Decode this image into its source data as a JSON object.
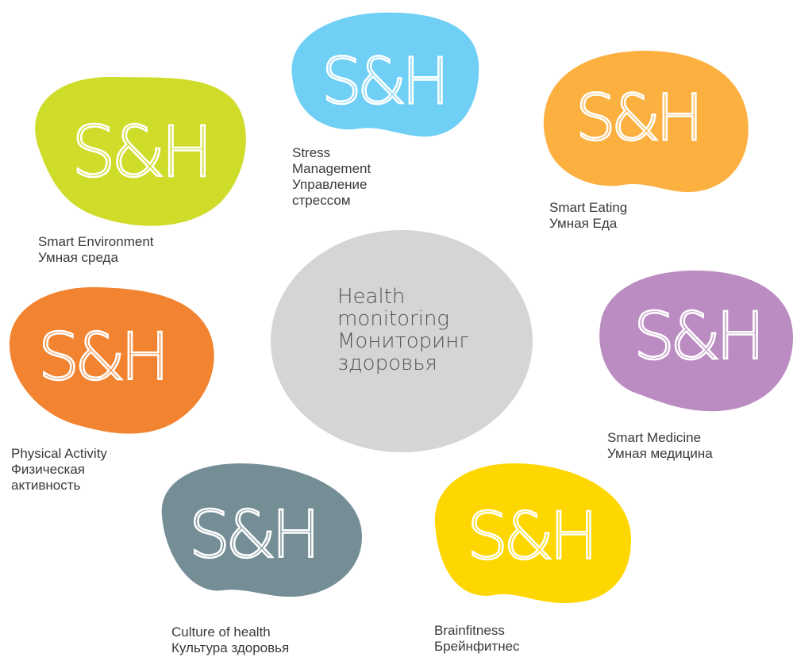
{
  "logo_text": "S&H",
  "center": {
    "color": "#d3d6d5",
    "lines": [
      "Health",
      "monitoring",
      "Мониторинг",
      "здоровья"
    ]
  },
  "modules": [
    {
      "id": "smart-environment",
      "color": "#cfdc2a",
      "lines": [
        "Smart Environment",
        "Умная среда"
      ]
    },
    {
      "id": "stress-management",
      "color": "#6fcff4",
      "lines": [
        "Stress",
        "Management",
        "Управление",
        "стрессом"
      ]
    },
    {
      "id": "smart-eating",
      "color": "#fbb040",
      "lines": [
        "Smart Eating",
        "Умная Еда"
      ]
    },
    {
      "id": "smart-medicine",
      "color": "#bb8cc1",
      "lines": [
        "Smart Medicine",
        "Умная медицина"
      ]
    },
    {
      "id": "brainfitness",
      "color": "#ffd700",
      "lines": [
        "Brainfitness",
        "Брейнфитнес"
      ]
    },
    {
      "id": "culture-of-health",
      "color": "#758e96",
      "lines": [
        "Culture of health",
        "Культура здоровья"
      ]
    },
    {
      "id": "physical-activity",
      "color": "#f28431",
      "lines": [
        "Physical Activity",
        "Физическая",
        "активность"
      ]
    }
  ]
}
